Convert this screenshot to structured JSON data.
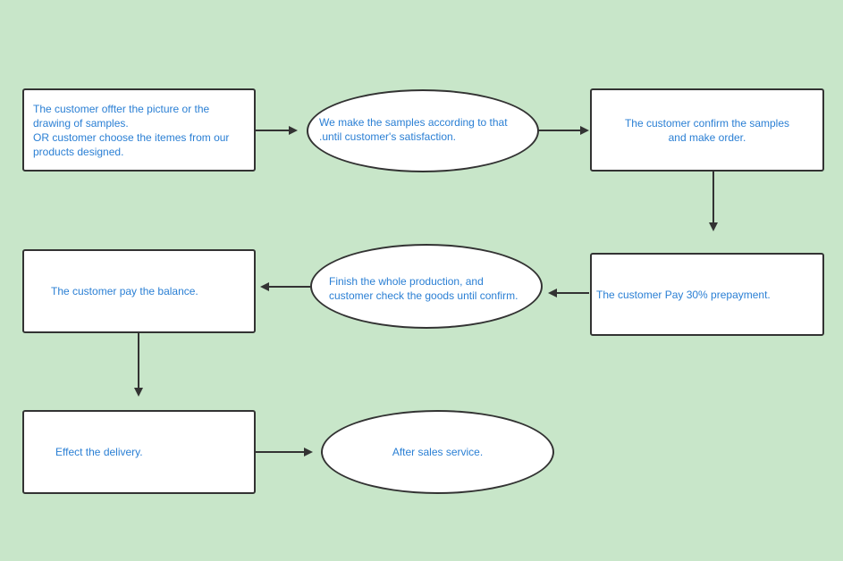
{
  "colors": {
    "background": "#c8e6c9",
    "node_fill": "#ffffff",
    "node_border": "#333333",
    "text": "#2a7fd4",
    "arrow": "#333333"
  },
  "nodes": {
    "step1": "The customer offter the picture or the\ndrawing of samples.\nOR customer choose the itemes from our\nproducts designed.",
    "step2": "We make the samples according to that\n.until customer's satisfaction.",
    "step3": "The customer confirm the samples\nand make order.",
    "step4": "The customer Pay 30% prepayment.",
    "step5": "Finish the whole production, and\ncustomer check the goods until confirm.",
    "step6": "The customer pay the balance.",
    "step7": "Effect the delivery.",
    "step8": "After sales service."
  }
}
